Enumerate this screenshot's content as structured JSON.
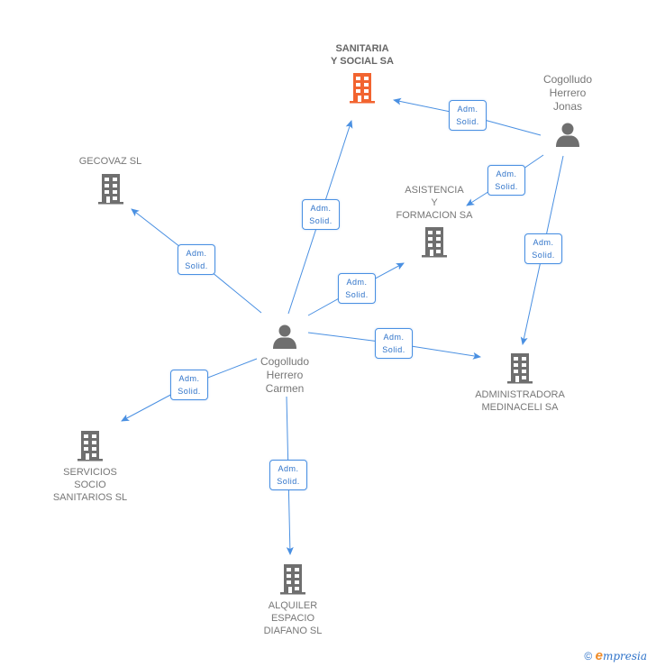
{
  "colors": {
    "edge": "#4a90e2",
    "node_gray": "#6f6f6f",
    "node_highlight": "#f26430",
    "label_text": "#2f73c9"
  },
  "nodes": {
    "sanitaria": {
      "label": "SANITARIA\nY SOCIAL SA",
      "type": "company",
      "highlight": true
    },
    "jonas": {
      "label": "Cogolludo\nHerrero\nJonas",
      "type": "person"
    },
    "gecovaz": {
      "label": "GECOVAZ SL",
      "type": "company"
    },
    "asistencia": {
      "label": "ASISTENCIA\nY\nFORMACION SA",
      "type": "company"
    },
    "carmen": {
      "label": "Cogolludo\nHerrero\nCarmen",
      "type": "person"
    },
    "administradora": {
      "label": "ADMINISTRADORA\nMEDINACELI SA",
      "type": "company"
    },
    "servicios": {
      "label": "SERVICIOS\nSOCIO\nSANITARIOS SL",
      "type": "company"
    },
    "alquiler": {
      "label": "ALQUILER\nESPACIO\nDIAFANO SL",
      "type": "company"
    }
  },
  "edges": [
    {
      "from": "jonas",
      "to": "sanitaria",
      "label": "Adm.\nSolid."
    },
    {
      "from": "jonas",
      "to": "asistencia",
      "label": "Adm.\nSolid."
    },
    {
      "from": "jonas",
      "to": "administradora",
      "label": "Adm.\nSolid."
    },
    {
      "from": "carmen",
      "to": "sanitaria",
      "label": "Adm.\nSolid."
    },
    {
      "from": "carmen",
      "to": "gecovaz",
      "label": "Adm.\nSolid."
    },
    {
      "from": "carmen",
      "to": "asistencia",
      "label": "Adm.\nSolid."
    },
    {
      "from": "carmen",
      "to": "administradora",
      "label": "Adm.\nSolid."
    },
    {
      "from": "carmen",
      "to": "servicios",
      "label": "Adm.\nSolid."
    },
    {
      "from": "carmen",
      "to": "alquiler",
      "label": "Adm.\nSolid."
    }
  ],
  "footer": {
    "copyright": "©",
    "brand_first": "e",
    "brand_rest": "mpresia"
  }
}
